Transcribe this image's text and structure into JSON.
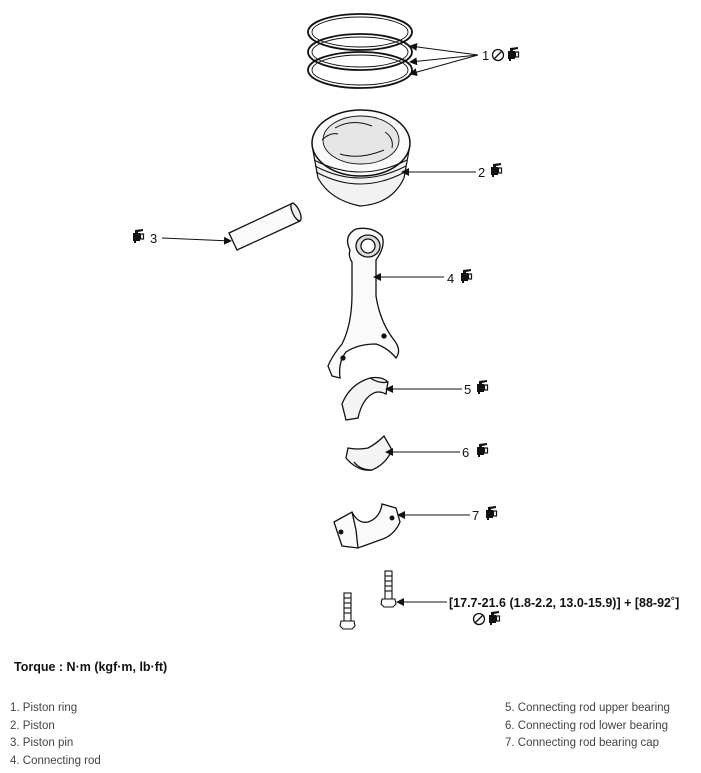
{
  "callouts": {
    "c1": "1",
    "c2": "2",
    "c3": "3",
    "c4": "4",
    "c5": "5",
    "c6": "6",
    "c7": "7"
  },
  "torque_spec": "[17.7-21.6 (1.8-2.2, 13.0-15.9)] + [88-92˚]",
  "torque_heading": "Torque : N·m (kgf·m, lb·ft)",
  "legend": {
    "left": [
      "1. Piston ring",
      "2. Piston",
      "3. Piston pin",
      "4. Connecting rod"
    ],
    "right": [
      "5. Connecting rod upper bearing",
      "6. Connecting rod lower bearing",
      "7. Connecting rod bearing cap"
    ]
  },
  "icons": [
    "oil-can-icon",
    "do-not-reuse-icon"
  ]
}
